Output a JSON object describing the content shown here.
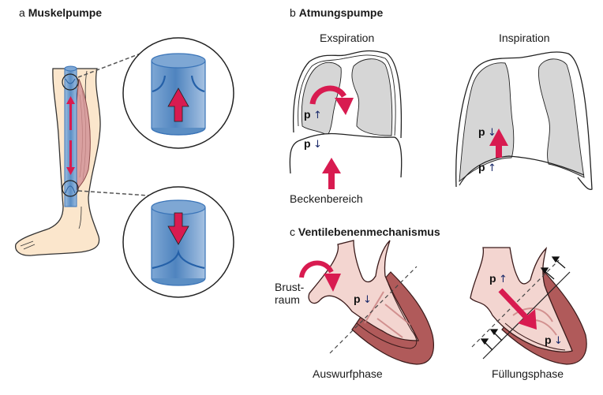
{
  "panels": {
    "a": {
      "letter": "a",
      "title": "Muskelpumpe",
      "zoom_top": {
        "arrow_direction": "up"
      },
      "zoom_bottom": {
        "arrow_direction": "down"
      }
    },
    "b": {
      "letter": "b",
      "title": "Atmungspumpe",
      "expiration": {
        "label": "Exspiration",
        "p_upper": "p",
        "p_upper_arrow": "↑",
        "p_lower": "p",
        "p_lower_arrow": "↓",
        "bottom_label": "Beckenbereich"
      },
      "inspiration": {
        "label": "Inspiration",
        "p_upper": "p",
        "p_upper_arrow": "↓",
        "p_lower": "p",
        "p_lower_arrow": "↑"
      }
    },
    "c": {
      "letter": "c",
      "title": "Ventilebenenmechanismus",
      "ejection": {
        "label": "Auswurfphase",
        "side_label_1": "Brust-",
        "side_label_2": "raum",
        "p": "p",
        "p_arrow": "↓"
      },
      "filling": {
        "label": "Füllungsphase",
        "p_upper": "p",
        "p_upper_arrow": "↑",
        "p_lower": "p",
        "p_lower_arrow": "↓"
      }
    }
  },
  "colors": {
    "vein_blue": "#5b8ec4",
    "vein_blue_light": "#9dbde0",
    "arrow_red": "#d81b50",
    "skin": "#fbe6cc",
    "muscle": "#d9a0a0",
    "lung_gray": "#d6d6d6",
    "heart_light": "#f3d5d0",
    "heart_dark": "#b05a5a"
  }
}
